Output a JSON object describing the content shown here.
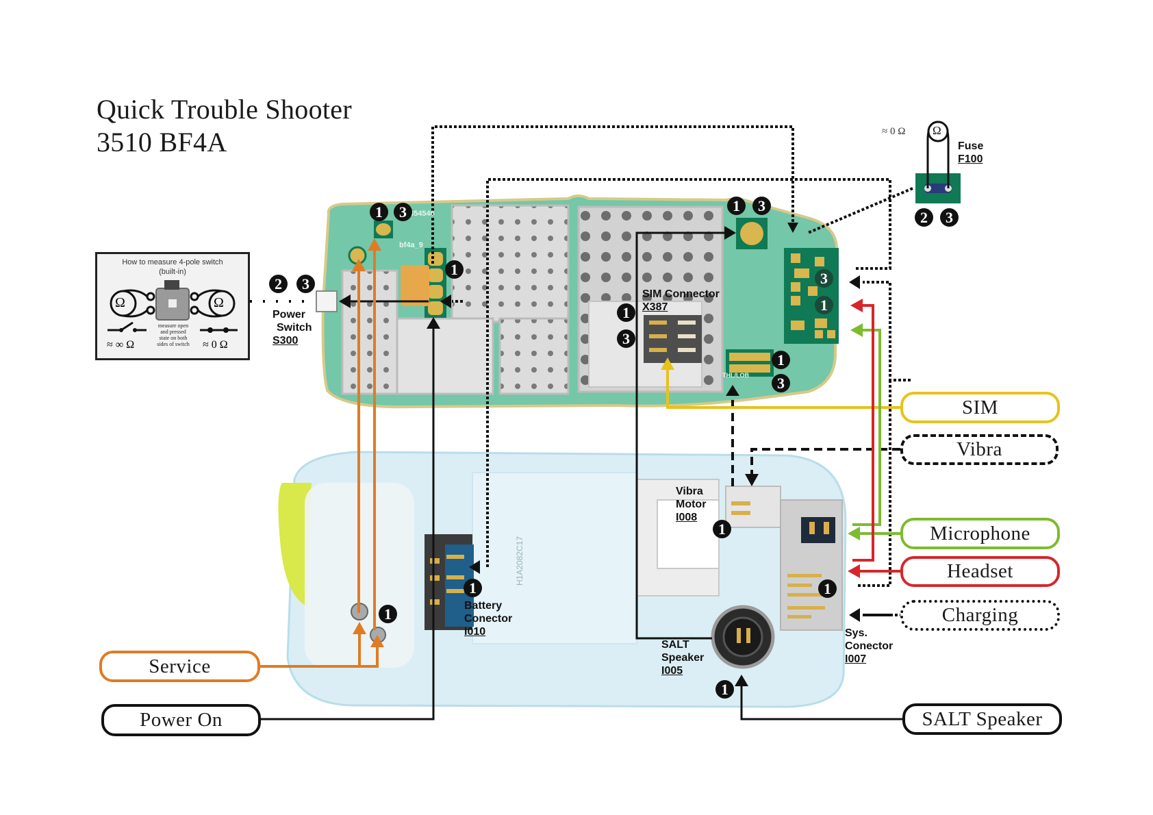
{
  "title": {
    "line1": "Quick Trouble Shooter",
    "line2": "3510 BF4A"
  },
  "info_box": {
    "heading_line1": "How to measure 4-pole switch",
    "heading_line2": "(built-in)",
    "ohm_symbol": "Ω",
    "note_line1": "measure open",
    "note_line2": "and pressed",
    "note_line3": "state on both",
    "note_line4": "sides of switch",
    "open_value": "≈ ∞ Ω",
    "closed_value": "≈ 0 Ω"
  },
  "fuse": {
    "resistance": "≈ 0 Ω",
    "ohm_symbol": "Ω",
    "name": "Fuse",
    "ref": "F100"
  },
  "components": {
    "power_switch": {
      "line1": "Power",
      "line2": "Switch",
      "ref": "S300"
    },
    "sim_connector": {
      "line1": "SIM Connector",
      "ref": "X387"
    },
    "battery_connector": {
      "line1": "Battery",
      "line2": "Conector",
      "ref": "I010"
    },
    "vibra_motor": {
      "line1": "Vibra",
      "line2": "Motor",
      "ref": "I008"
    },
    "salt_speaker": {
      "line1": "SALT",
      "line2": "Speaker",
      "ref": "I005"
    },
    "sys_connector": {
      "line1": "Sys.",
      "line2": "Conector",
      "ref": "I007"
    }
  },
  "pcb_silkscreen": {
    "code1": "354546",
    "code2": "bf4a_9",
    "code3": "THL/LOB",
    "housing_code": "H1A2082C17"
  },
  "markers": {
    "one": "1",
    "two": "2",
    "three": "3"
  },
  "fault_labels": [
    {
      "id": "sim",
      "label": "SIM",
      "color": "#e8c21a",
      "style": "solid"
    },
    {
      "id": "vibra",
      "label": "Vibra",
      "color": "#111111",
      "style": "dashed"
    },
    {
      "id": "microphone",
      "label": "Microphone",
      "color": "#7dbb2f",
      "style": "solid"
    },
    {
      "id": "headset",
      "label": "Headset",
      "color": "#d6262b",
      "style": "solid"
    },
    {
      "id": "charging",
      "label": "Charging",
      "color": "#111111",
      "style": "dotted"
    },
    {
      "id": "service",
      "label": "Service",
      "color": "#e07b24",
      "style": "solid"
    },
    {
      "id": "power_on",
      "label": "Power On",
      "color": "#111111",
      "style": "solid"
    },
    {
      "id": "salt_speaker",
      "label": "SALT Speaker",
      "color": "#111111",
      "style": "solid"
    }
  ]
}
